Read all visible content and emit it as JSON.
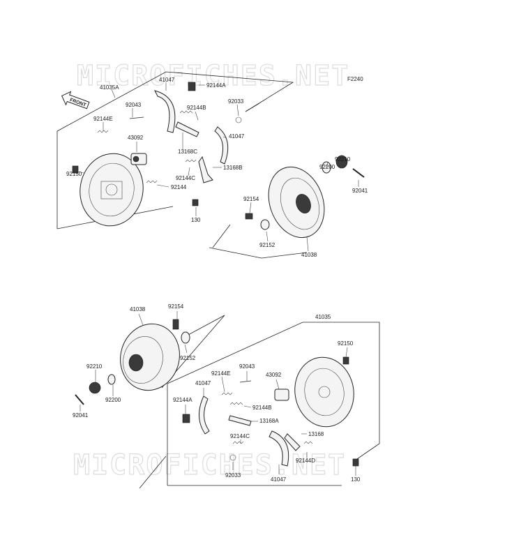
{
  "watermark": "MICROFICHES.NET",
  "figure_code": "F2240",
  "front_label": "FRONT",
  "top": {
    "labels": {
      "p41035A": "41035A",
      "p41047a": "41047",
      "p92144A": "92144A",
      "p92043": "92043",
      "p92144E": "92144E",
      "p92144B": "92144B",
      "p92033": "92033",
      "p41047b": "41047",
      "p43092": "43092",
      "p13168C": "13168C",
      "p13168B": "13168B",
      "p92144C": "92144C",
      "p92150": "92150",
      "p92144": "92144",
      "p130": "130",
      "p92154": "92154",
      "p92200": "92200",
      "p92210": "92210",
      "p92041": "92041",
      "p92152": "92152",
      "p41038": "41038"
    }
  },
  "bottom": {
    "labels": {
      "p41038": "41038",
      "p92154": "92154",
      "p41035": "41035",
      "p92152": "92152",
      "p92150": "92150",
      "p92210": "92210",
      "p92200": "92200",
      "p92041": "92041",
      "p92043": "92043",
      "p92144E": "92144E",
      "p41047a": "41047",
      "p43092": "43092",
      "p92144A": "92144A",
      "p92144B": "92144B",
      "p13168A": "13168A",
      "p13168": "13168",
      "p92144C": "92144C",
      "p92144D": "92144D",
      "p92033": "92033",
      "p41047b": "41047",
      "p130": "130"
    }
  }
}
